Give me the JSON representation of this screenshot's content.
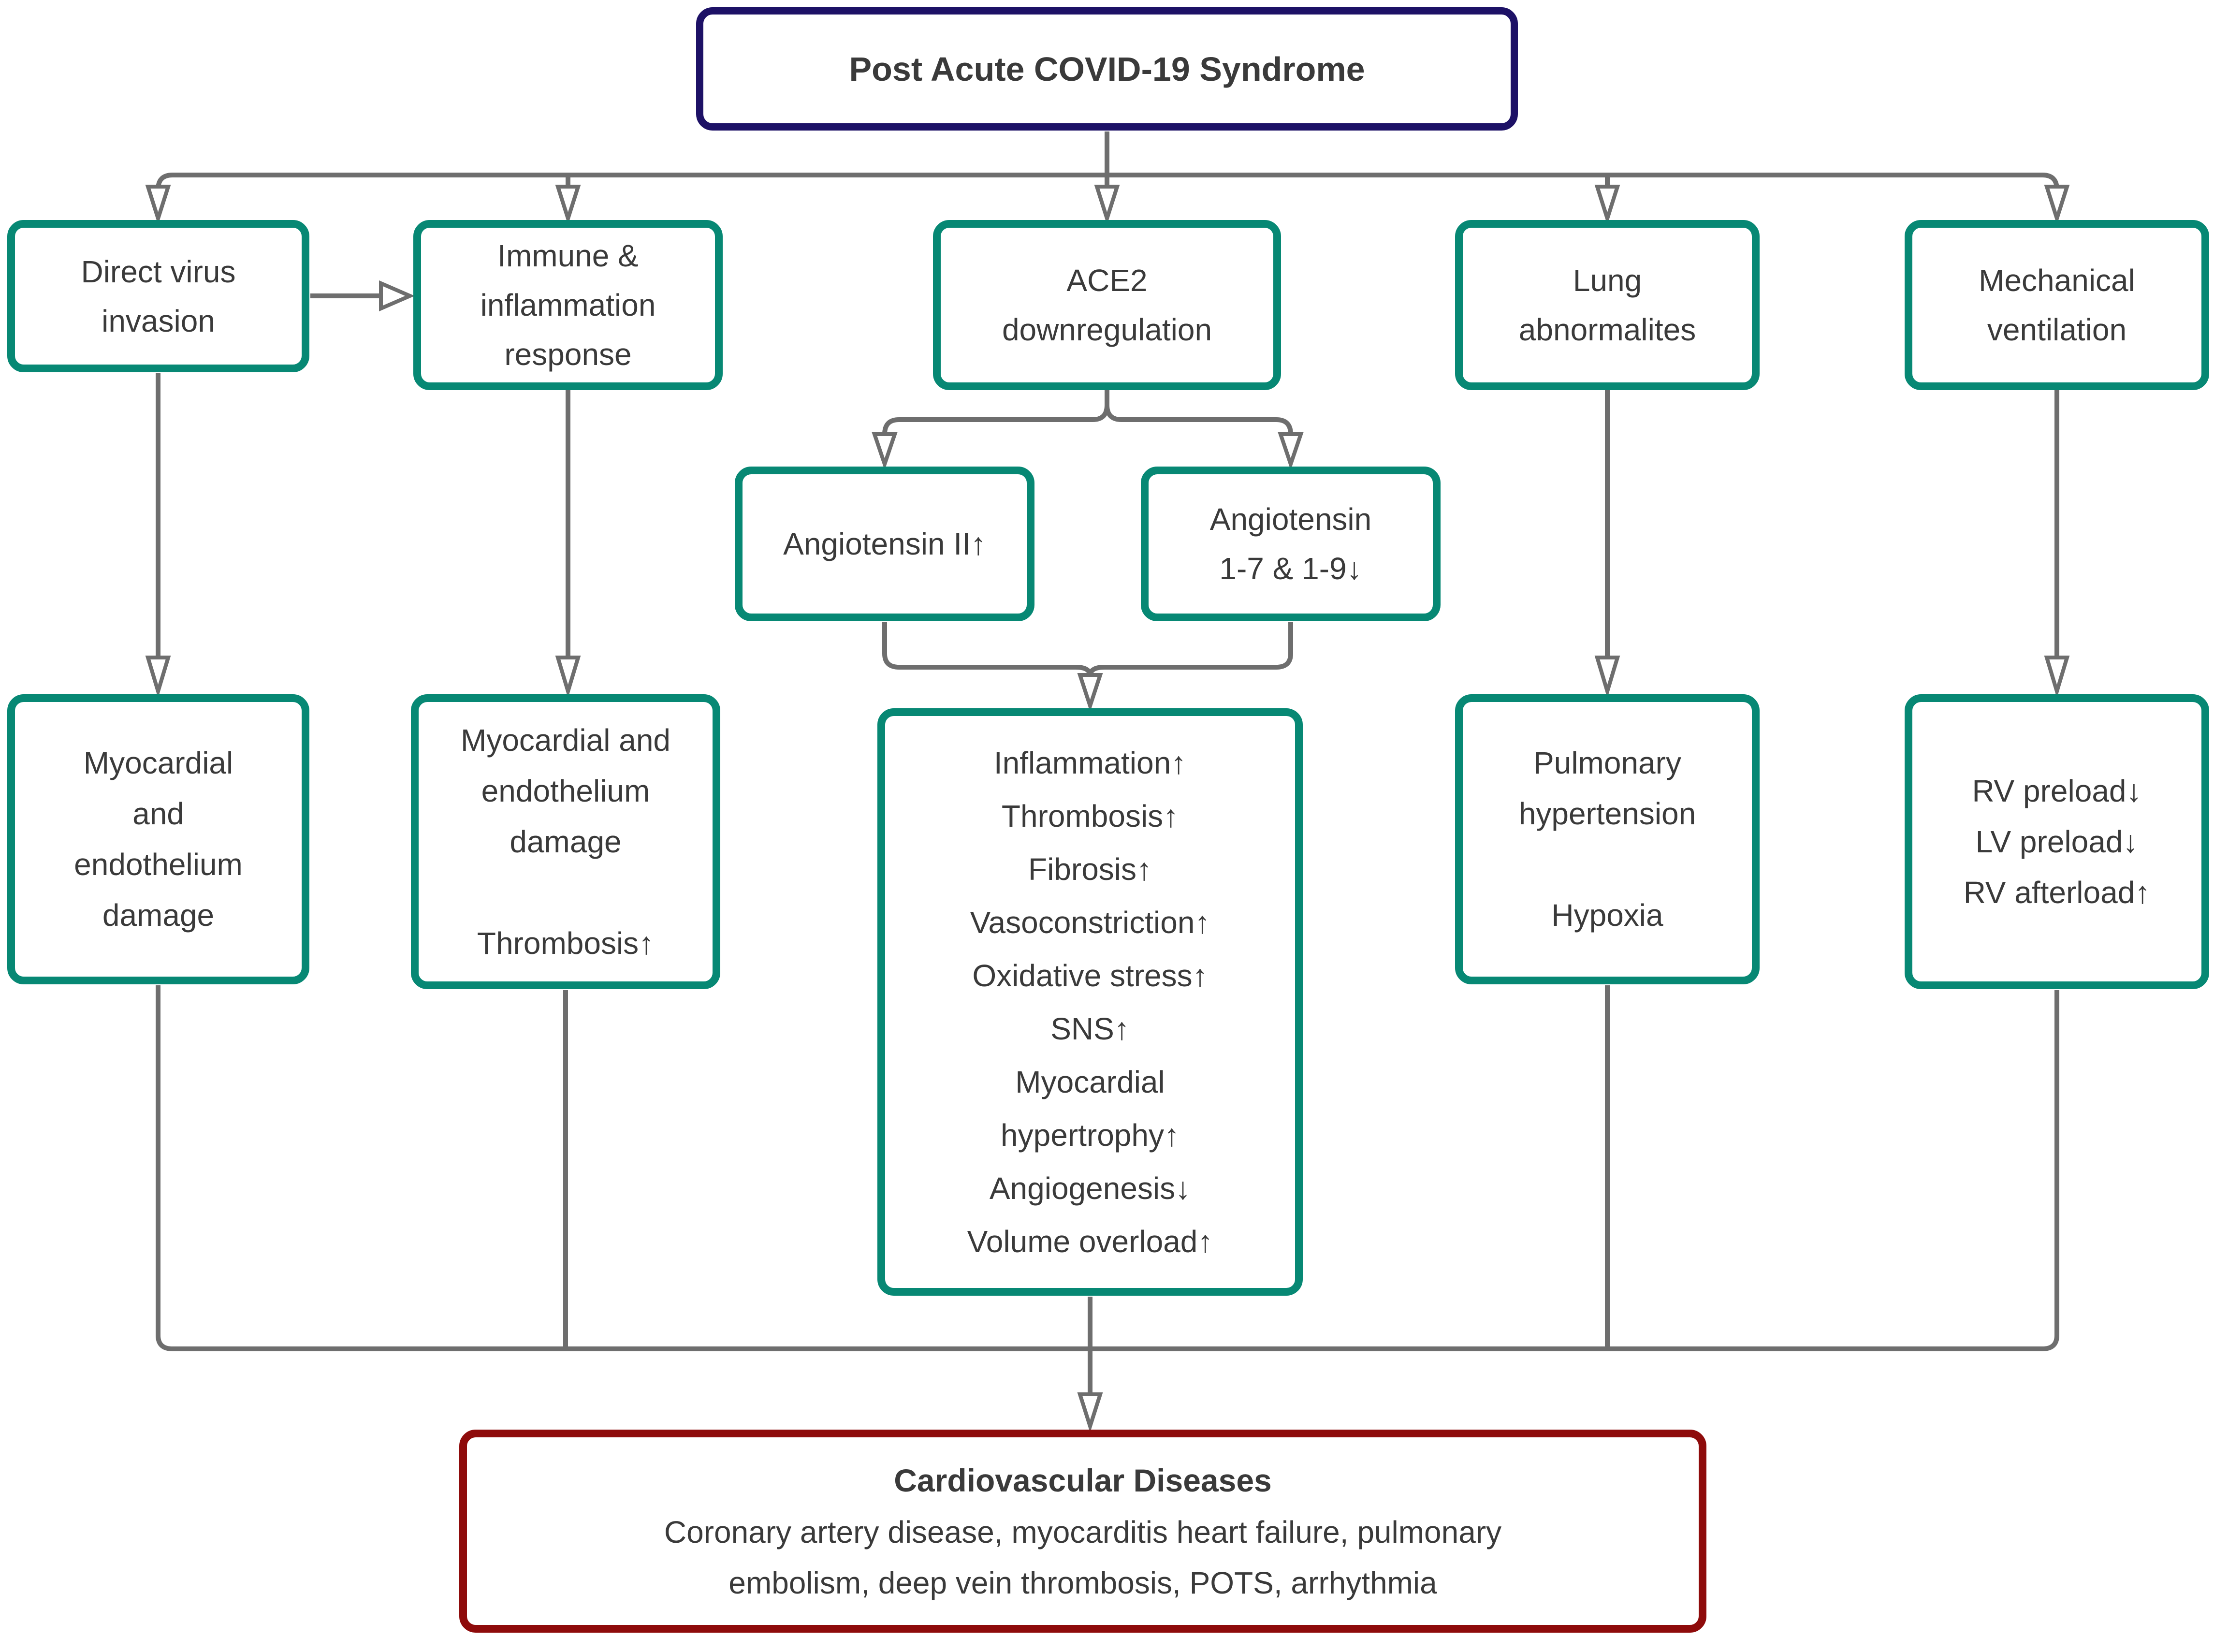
{
  "colors": {
    "teal": "#078874",
    "navy": "#1d1166",
    "dark_red": "#8e0b0b",
    "arrow": "#6e6e6e",
    "text": "#3a3a3a",
    "bg": "#ffffff"
  },
  "title_box": {
    "label": "Post Acute COVID-19 Syndrome"
  },
  "causes": [
    {
      "id": "direct-virus-invasion",
      "lines": [
        "Direct virus",
        "invasion"
      ]
    },
    {
      "id": "immune-inflammation-response",
      "lines": [
        "Immune &",
        "inflammation",
        "response"
      ]
    },
    {
      "id": "ace2-downregulation",
      "lines": [
        "ACE2",
        "downregulation"
      ]
    },
    {
      "id": "lung-abnormalites",
      "lines": [
        "Lung",
        "abnormalites"
      ]
    },
    {
      "id": "mechanical-ventilation",
      "lines": [
        "Mechanical",
        "ventilation"
      ]
    }
  ],
  "mediators": [
    {
      "id": "angiotensin-ii",
      "lines": [
        "Angiotensin II↑"
      ]
    },
    {
      "id": "angiotensin-1-7-1-9",
      "lines": [
        "Angiotensin",
        "1-7 & 1-9↓"
      ]
    }
  ],
  "effects": [
    {
      "id": "myocardial-endothelium-damage",
      "lines": [
        "Myocardial",
        "and",
        "endothelium",
        "damage"
      ]
    },
    {
      "id": "myocardial-endothelium-damage-thrombosis",
      "lines": [
        "Myocardial and",
        "endothelium",
        "damage",
        "",
        "Thrombosis↑"
      ]
    },
    {
      "id": "downstream-effects",
      "lines": [
        "Inflammation↑",
        "Thrombosis↑",
        "Fibrosis↑",
        "Vasoconstriction↑",
        "Oxidative stress↑",
        "SNS↑",
        "Myocardial",
        "hypertrophy↑",
        "Angiogenesis↓",
        "Volume overload↑"
      ]
    },
    {
      "id": "pulmonary-hypertension-hypoxia",
      "lines": [
        "Pulmonary",
        "hypertension",
        "",
        "Hypoxia"
      ]
    },
    {
      "id": "rv-lv-load",
      "lines": [
        "RV preload↓",
        "LV preload↓",
        "RV afterload↑"
      ]
    }
  ],
  "outcome_box": {
    "title": "Cardiovascular Diseases",
    "desc_lines": [
      "Coronary artery disease, myocarditis heart failure, pulmonary",
      "embolism, deep vein thrombosis, POTS, arrhythmia"
    ]
  }
}
